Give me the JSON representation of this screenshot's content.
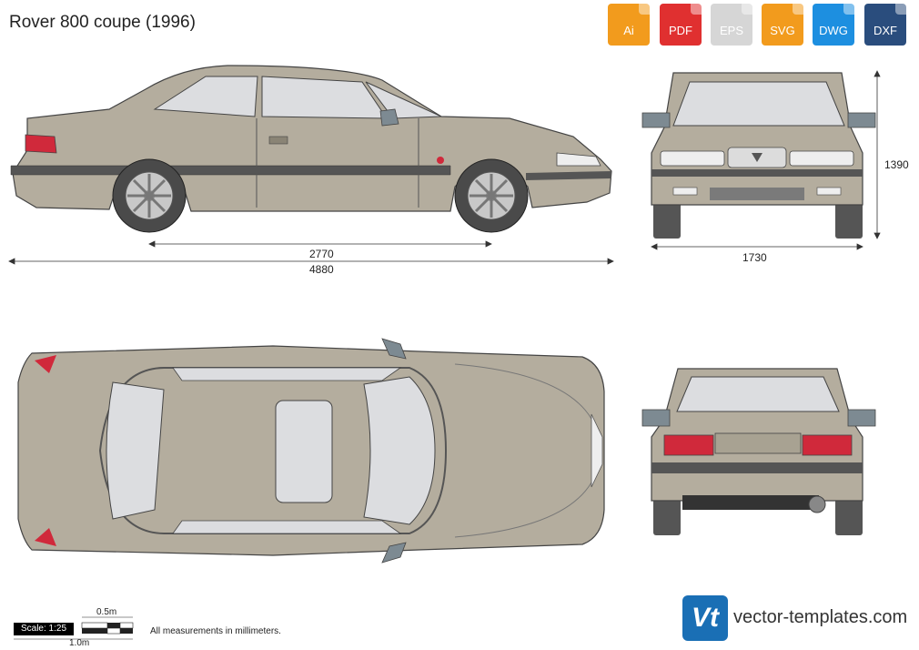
{
  "title": "Rover 800 coupe (1996)",
  "formats": [
    {
      "label": "Ai",
      "color": "#f29b1d",
      "icon": "ai-file-icon"
    },
    {
      "label": "PDF",
      "color": "#e03030",
      "icon": "pdf-file-icon"
    },
    {
      "label": "EPS",
      "color": "#d6d6d6",
      "icon": "eps-file-icon"
    },
    {
      "label": "SVG",
      "color": "#f29b1d",
      "icon": "svg-file-icon"
    },
    {
      "label": "DWG",
      "color": "#1d8fe0",
      "icon": "dwg-file-icon"
    },
    {
      "label": "DXF",
      "color": "#2a4d7d",
      "icon": "dxf-file-icon"
    }
  ],
  "dimensions": {
    "wheelbase": "2770",
    "length": "4880",
    "width": "1730",
    "height": "1390"
  },
  "scale": {
    "label": "Scale: 1:25",
    "half_meter": "0.5m",
    "one_meter": "1.0m"
  },
  "note": "All measurements in millimeters.",
  "brand": {
    "logo_text": "Vt",
    "url": "vector-templates.com"
  },
  "watermark": "vector-templates.com",
  "colors": {
    "body": "#b4ad9e",
    "body_dark": "#8a8475",
    "glass": "#dcdde0",
    "trim": "#555555",
    "tyre": "#4a4a4a",
    "light": "#d0293b"
  }
}
